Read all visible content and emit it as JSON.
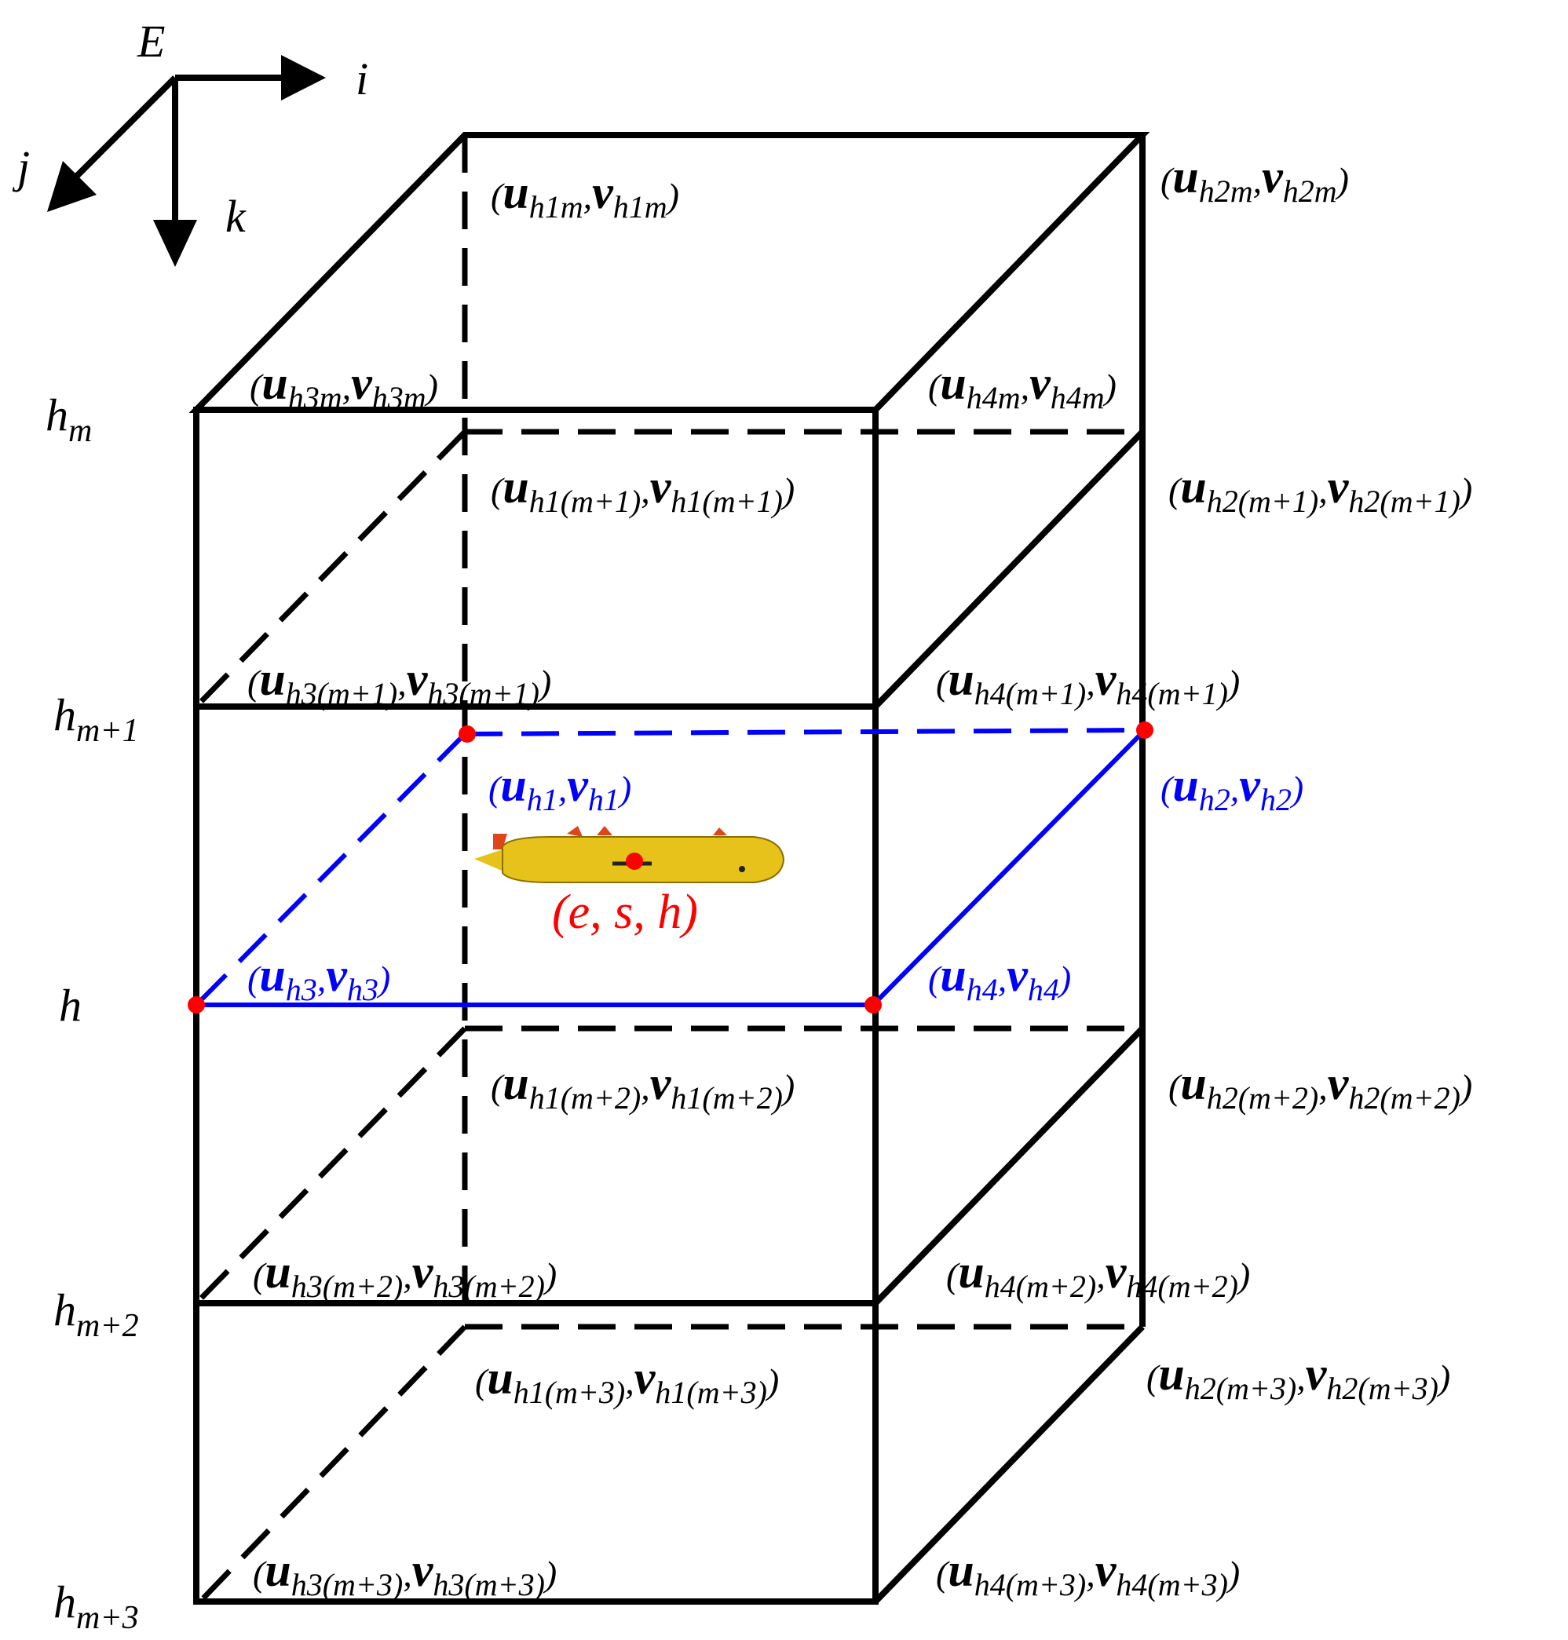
{
  "axes": {
    "origin": "E",
    "i": "i",
    "j": "j",
    "k": "k"
  },
  "levels": {
    "hm": {
      "base": "h",
      "sub": "m"
    },
    "hm1": {
      "base": "h",
      "sub": "m+1"
    },
    "h": {
      "base": "h",
      "sub": ""
    },
    "hm2": {
      "base": "h",
      "sub": "m+2"
    },
    "hm3": {
      "base": "h",
      "sub": "m+3"
    }
  },
  "corners": {
    "h1m": {
      "u": "u",
      "us": "h1m",
      "v": "v",
      "vs": "h1m"
    },
    "h2m": {
      "u": "u",
      "us": "h2m",
      "v": "v",
      "vs": "h2m"
    },
    "h3m": {
      "u": "u",
      "us": "h3m",
      "v": "v",
      "vs": "h3m"
    },
    "h4m": {
      "u": "u",
      "us": "h4m",
      "v": "v",
      "vs": "h4m"
    },
    "h1m1": {
      "u": "u",
      "us": "h1(m+1)",
      "v": "v",
      "vs": "h1(m+1)"
    },
    "h2m1": {
      "u": "u",
      "us": "h2(m+1)",
      "v": "v",
      "vs": "h2(m+1)"
    },
    "h3m1": {
      "u": "u",
      "us": "h3(m+1)",
      "v": "v",
      "vs": "h3(m+1)"
    },
    "h4m1": {
      "u": "u",
      "us": "h4(m+1)",
      "v": "v",
      "vs": "h4(m+1)"
    },
    "h1": {
      "u": "u",
      "us": "h1",
      "v": "v",
      "vs": "h1"
    },
    "h2": {
      "u": "u",
      "us": "h2",
      "v": "v",
      "vs": "h2"
    },
    "h3": {
      "u": "u",
      "us": "h3",
      "v": "v",
      "vs": "h3"
    },
    "h4": {
      "u": "u",
      "us": "h4",
      "v": "v",
      "vs": "h4"
    },
    "h1m2": {
      "u": "u",
      "us": "h1(m+2)",
      "v": "v",
      "vs": "h1(m+2)"
    },
    "h2m2": {
      "u": "u",
      "us": "h2(m+2)",
      "v": "v",
      "vs": "h2(m+2)"
    },
    "h3m2": {
      "u": "u",
      "us": "h3(m+2)",
      "v": "v",
      "vs": "h3(m+2)"
    },
    "h4m2": {
      "u": "u",
      "us": "h4(m+2)",
      "v": "v",
      "vs": "h4(m+2)"
    },
    "h1m3": {
      "u": "u",
      "us": "h1(m+3)",
      "v": "v",
      "vs": "h1(m+3)"
    },
    "h2m3": {
      "u": "u",
      "us": "h2(m+3)",
      "v": "v",
      "vs": "h2(m+3)"
    },
    "h3m3": {
      "u": "u",
      "us": "h3(m+3)",
      "v": "v",
      "vs": "h3(m+3)"
    },
    "h4m3": {
      "u": "u",
      "us": "h4(m+3)",
      "v": "v",
      "vs": "h4(m+3)"
    }
  },
  "vehicle": {
    "position_label": "(e, s, h)"
  },
  "colors": {
    "line": "#000000",
    "plane": "#0000ff",
    "point": "#ff0000",
    "vehicle_body": "#e6c21a",
    "vehicle_fin": "#e0451a"
  }
}
